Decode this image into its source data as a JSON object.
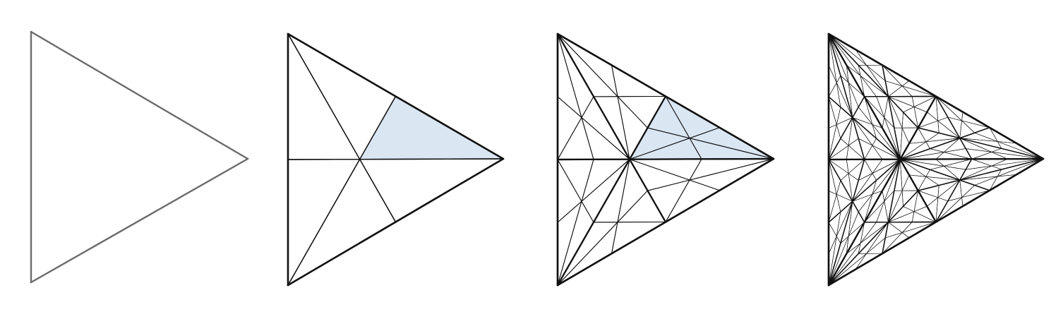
{
  "figure": {
    "panel_count": 4,
    "shape": "equilateral-triangle",
    "subdivision_levels": [
      0,
      1,
      2,
      3
    ],
    "colors": {
      "outline_level0": "#6b6b6b",
      "edges": "#111111",
      "highlight": "#dbe6f3"
    },
    "highlighted_face": "fundamental-kite"
  }
}
